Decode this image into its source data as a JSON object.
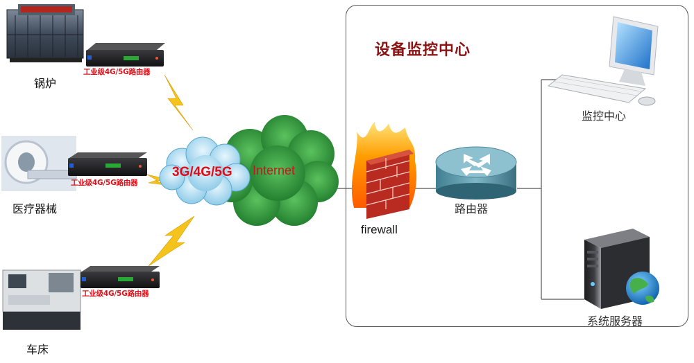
{
  "center": {
    "title": "设备监控中心"
  },
  "devices": [
    {
      "label": "锅炉",
      "router_tag": "工业级4G/5G路由器"
    },
    {
      "label": "医疗器械",
      "router_tag": "工业级4G/5G路由器"
    },
    {
      "label": "车床",
      "router_tag": "工业级4G/5G路由器"
    }
  ],
  "cloud": {
    "network_label": "3G/4G/5G",
    "internet_label": "Internet"
  },
  "firewall": {
    "label": "firewall"
  },
  "router": {
    "label": "路由器"
  },
  "monitor": {
    "label": "监控中心"
  },
  "server": {
    "label": "系统服务器"
  },
  "colors": {
    "accent_red": "#e0101a",
    "title_red": "#8a1414",
    "cloud_green": "#2f9a3c",
    "cloud_blue": "#9fd4ee"
  }
}
